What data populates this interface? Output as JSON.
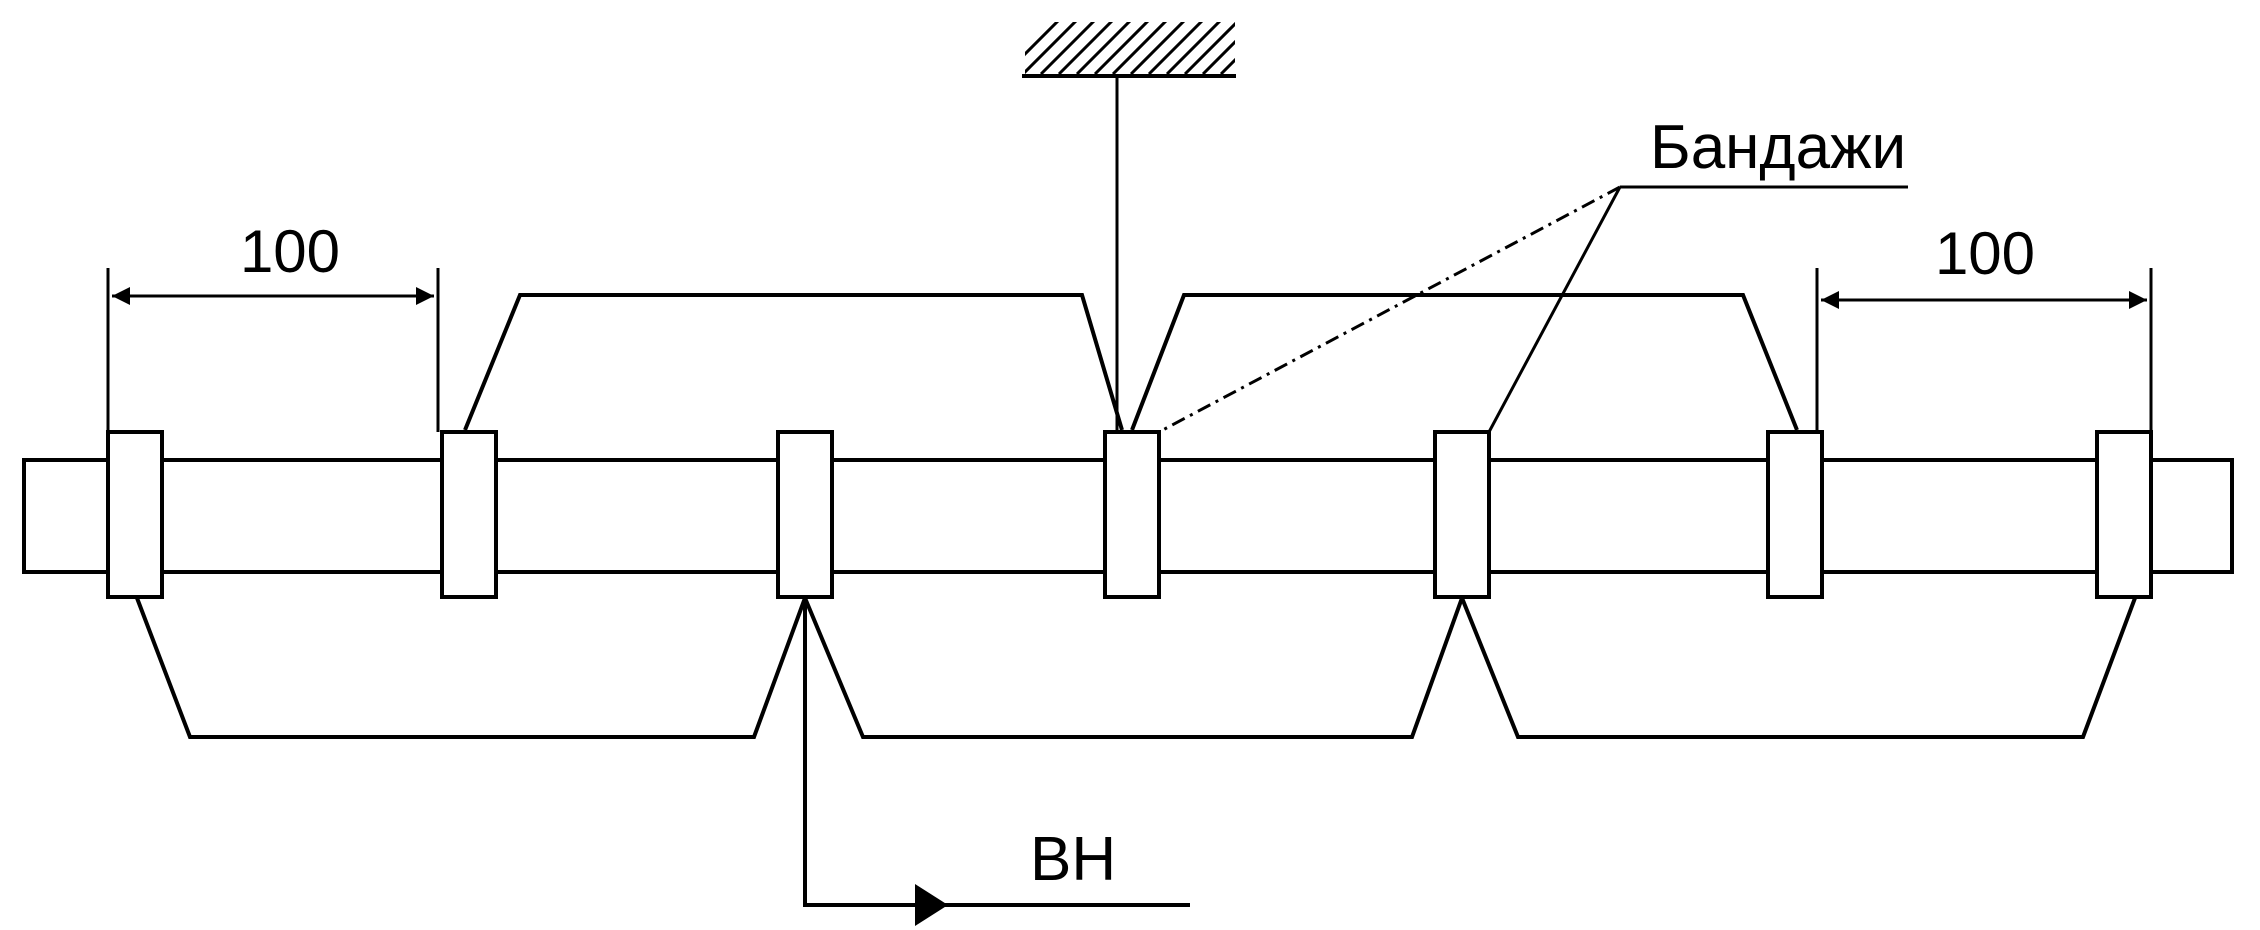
{
  "diagram": {
    "labels": {
      "dimension_left": "100",
      "dimension_right": "100",
      "bandages": "Бандажи",
      "hv_lead": "ВН"
    },
    "bandage_count": 7,
    "colors": {
      "stroke": "#000000",
      "background": "#ffffff"
    }
  }
}
